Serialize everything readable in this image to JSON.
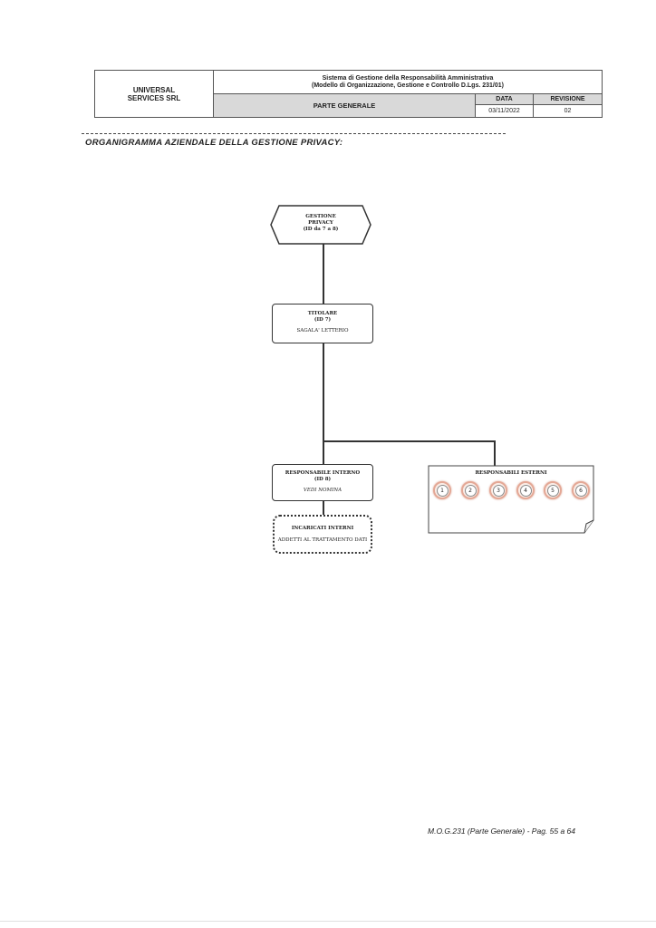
{
  "header": {
    "company_line1": "UNIVERSAL",
    "company_line2": "SERVICES SRL",
    "system_line1": "Sistema di Gestione della Responsabilità Amministrativa",
    "system_line2": "(Modello di Organizzazione, Gestione e Controllo D.Lgs. 231/01)",
    "section": "PARTE GENERALE",
    "data_label": "DATA",
    "data_value": "03/11/2022",
    "revision_label": "REVISIONE",
    "revision_value": "02"
  },
  "title": "ORGANIGRAMMA AZIENDALE DELLA GESTIONE PRIVACY:",
  "org": {
    "root": {
      "line1": "GESTIONE",
      "line2": "PRIVACY",
      "line3": "(ID da 7 a 8)"
    },
    "titolare": {
      "title": "TITOLARE",
      "id": "(ID 7)",
      "name": "SAGALA' LETTERIO"
    },
    "responsabile_interno": {
      "title": "RESPONSABILE INTERNO",
      "id": "(ID 8)",
      "note": "VEDI NOMINA"
    },
    "incaricati": {
      "title": "INCARICATI INTERNI",
      "note": "ADDETTI AL TRATTAMENTO DATI"
    },
    "responsabili_esterni": {
      "title": "RESPONSABILI ESTERNI",
      "items": [
        "1",
        "2",
        "3",
        "4",
        "5",
        "6"
      ]
    }
  },
  "footer": "M.O.G.231 (Parte Generale) - Pag. 55 a 64"
}
